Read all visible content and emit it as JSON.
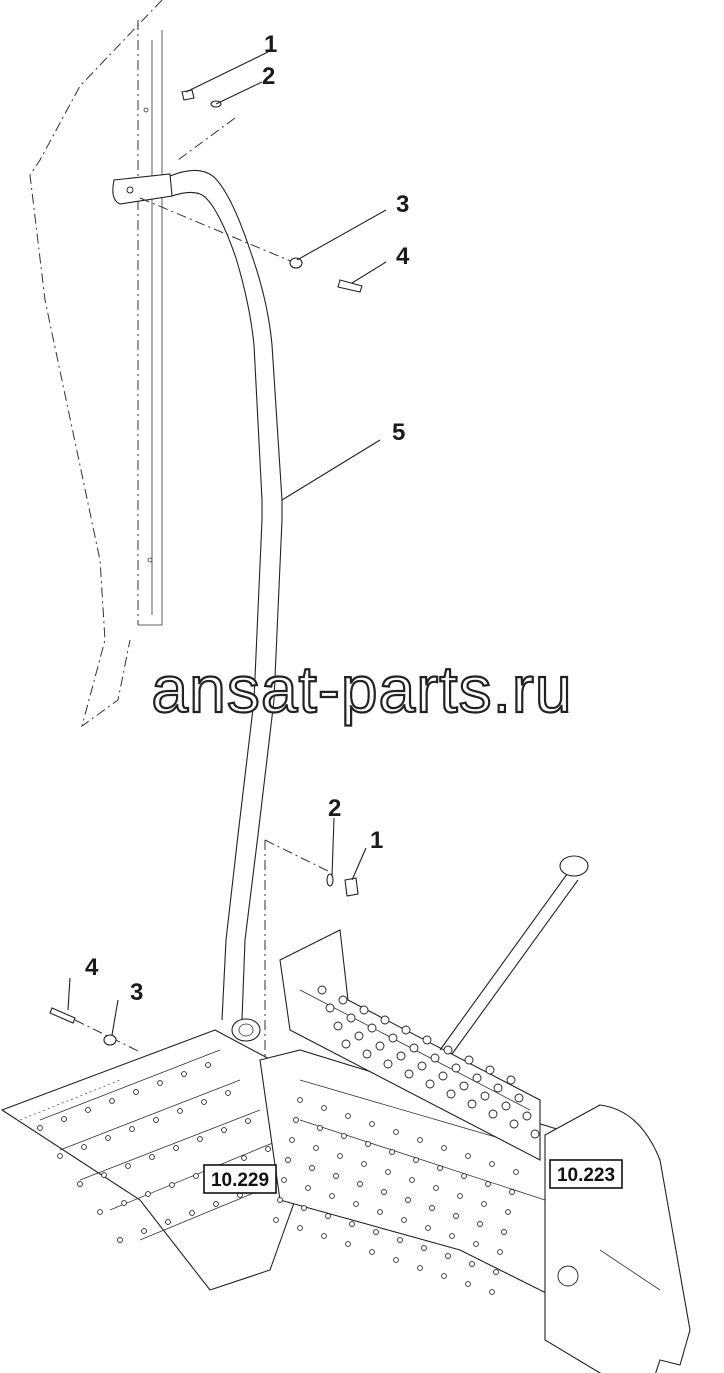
{
  "callouts": [
    {
      "id": "c1a",
      "label": "1"
    },
    {
      "id": "c2a",
      "label": "2"
    },
    {
      "id": "c3a",
      "label": "3"
    },
    {
      "id": "c4a",
      "label": "4"
    },
    {
      "id": "c5",
      "label": "5"
    },
    {
      "id": "c2b",
      "label": "2"
    },
    {
      "id": "c1b",
      "label": "1"
    },
    {
      "id": "c4b",
      "label": "4"
    },
    {
      "id": "c3b",
      "label": "3"
    }
  ],
  "references": [
    {
      "id": "ref-left",
      "label": "10.229"
    },
    {
      "id": "ref-right",
      "label": "10.223"
    }
  ],
  "watermark": "ansat-parts.ru"
}
